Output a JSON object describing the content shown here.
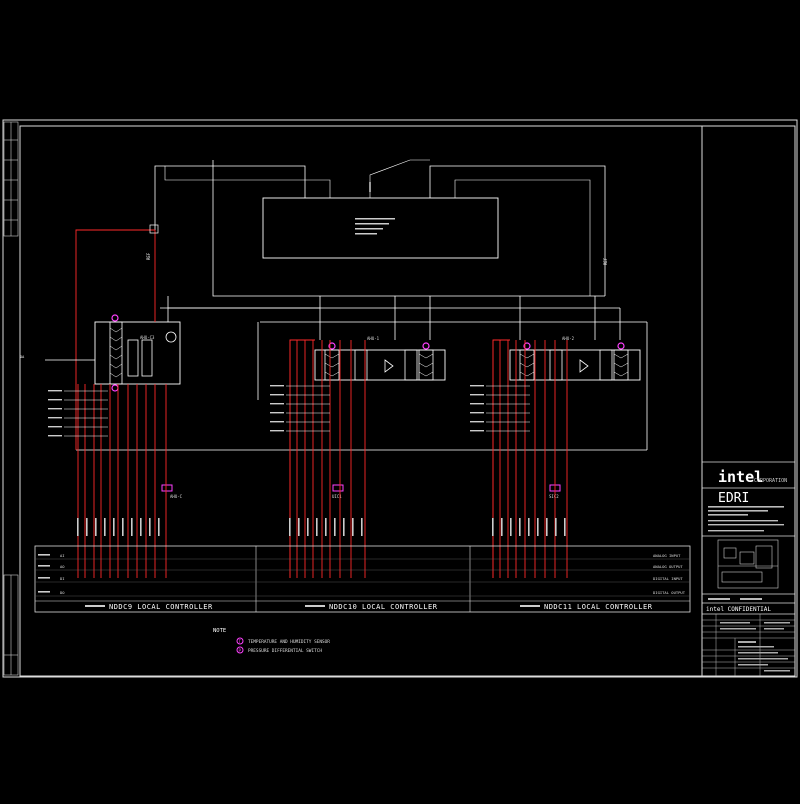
{
  "colors": {
    "background": "#000000",
    "line": "#ffffff",
    "red": "#ff2a2a",
    "magenta": "#ff40ff",
    "frame": "#ffffff"
  },
  "units": {
    "left": {
      "label": "AHU-C3",
      "sensor_tag": "AHU-C",
      "controller": "NDDC9"
    },
    "middle": {
      "label": "AHU-1",
      "sensor_tag": "UIC1",
      "controller": "NDDC10"
    },
    "right": {
      "label": "AHU-2",
      "sensor_tag": "SIC2",
      "controller": "NDDC11"
    }
  },
  "controller_suffix": "LOCAL CONTROLLER",
  "io_rows": [
    "ANALOG INPUT",
    "ANALOG OUTPUT",
    "DIGITAL INPUT",
    "DIGITAL OUTPUT"
  ],
  "io_codes": [
    "AI",
    "AO",
    "DI",
    "DO"
  ],
  "legend": {
    "title": "NOTE",
    "items": [
      "TEMPERATURE AND HUMIDITY SENSOR",
      "PRESSURE DIFFERENTIAL SWITCH"
    ]
  },
  "title_block": {
    "brand": "intel",
    "brand_sub": "CORPORATION",
    "company": "EDRI",
    "confidential": "intel CONFIDENTIAL"
  }
}
